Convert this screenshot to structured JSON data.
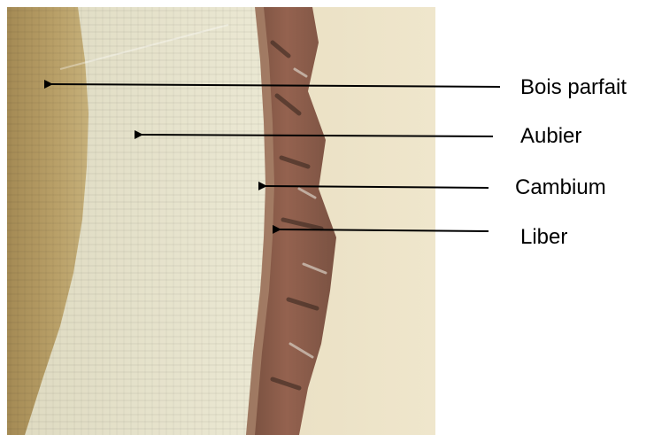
{
  "labels": [
    {
      "id": "heartwood",
      "text": "Bois parfait"
    },
    {
      "id": "sapwood",
      "text": "Aubier"
    },
    {
      "id": "cambium",
      "text": "Cambium"
    },
    {
      "id": "phloem",
      "text": "Liber"
    }
  ],
  "colors": {
    "heartwood": "#b49a62",
    "sapwood": "#e6e3cc",
    "bark": "#8a5a4c",
    "background_wall": "#ece2c6",
    "arrow": "#000000",
    "text": "#000000"
  },
  "image_subject": "tree-trunk-cross-section"
}
